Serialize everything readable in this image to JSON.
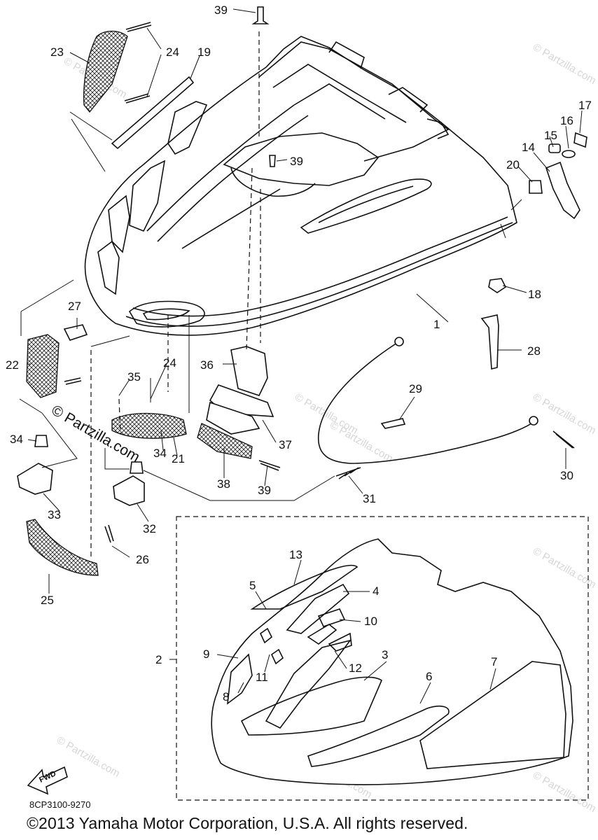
{
  "figure_code": "8CP3100-9270",
  "copyright": "©2013 Yamaha Motor Corporation, U.S.A. All rights reserved.",
  "watermark": "© Partzilla.com",
  "fwd_label": "FWD",
  "callouts": {
    "c1": "1",
    "c2": "2",
    "c3": "3",
    "c4": "4",
    "c5": "5",
    "c6": "6",
    "c7": "7",
    "c8": "8",
    "c9": "9",
    "c10": "10",
    "c11": "11",
    "c12": "12",
    "c13": "13",
    "c14": "14",
    "c15": "15",
    "c16": "16",
    "c17": "17",
    "c18": "18",
    "c19": "19",
    "c20": "20",
    "c21": "21",
    "c22": "22",
    "c23": "23",
    "c24a": "24",
    "c24b": "24",
    "c25": "25",
    "c26": "26",
    "c27": "27",
    "c28": "28",
    "c29": "29",
    "c30": "30",
    "c31": "31",
    "c32": "32",
    "c33": "33",
    "c34a": "34",
    "c34b": "34",
    "c35": "35",
    "c36": "36",
    "c37": "37",
    "c38": "38",
    "c39a": "39",
    "c39b": "39",
    "c39c": "39"
  }
}
